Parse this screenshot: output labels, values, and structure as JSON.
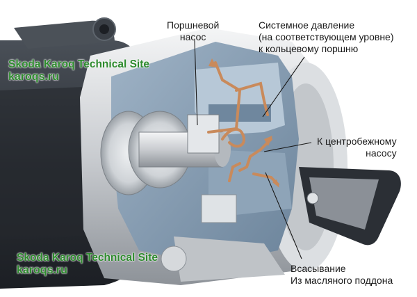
{
  "labels": {
    "piston_pump": [
      "Поршневой",
      "насос"
    ],
    "system_pressure": [
      "Системное давление",
      "(на соответствующем уровне)",
      "к кольцевому поршню"
    ],
    "to_centrifugal_pump": [
      "К центробежному",
      "насосу"
    ],
    "suction": [
      "Всасывание",
      "Из масляного поддона"
    ]
  },
  "watermark_top": {
    "site": "Skoda Karoq Technical Site",
    "url": "karoqs.ru"
  },
  "watermark_bottom": {
    "site": "Skoda Karoq Technical Site",
    "url": "karoqs.ru"
  },
  "colors": {
    "housing_dark": "#3a3f46",
    "cutaway_blue": "#7f97ad",
    "cutaway_light": "#a9bccd",
    "metal": "#d7dadd",
    "oil_flow": "#c98a5b",
    "watermark": "#2e8b2e"
  }
}
